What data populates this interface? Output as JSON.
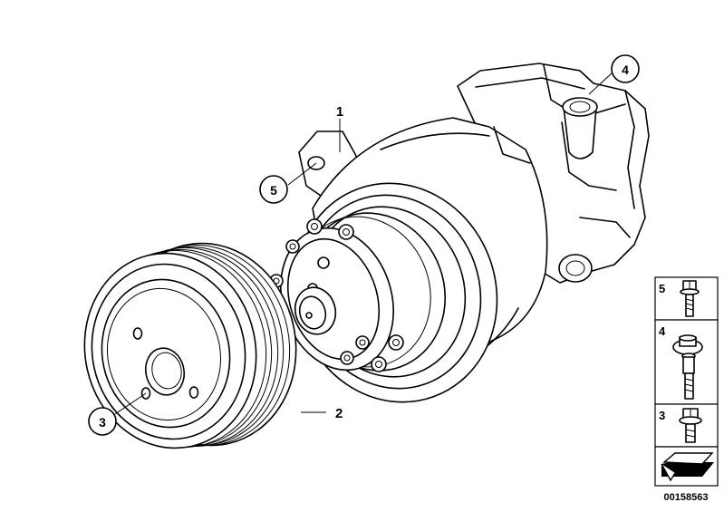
{
  "callouts": {
    "pump_mount_bolt": "5",
    "pressure_fitting": "4",
    "pulley_bolt": "3"
  },
  "labels": {
    "pump": "1",
    "pulley": "2"
  },
  "legend": {
    "items": [
      {
        "number": "5",
        "icon": "flange-bolt-small-icon"
      },
      {
        "number": "4",
        "icon": "collar-bolt-long-icon"
      },
      {
        "number": "3",
        "icon": "hex-flange-bolt-icon"
      }
    ],
    "corner_icon": "folded-arrow-icon"
  },
  "image_id": "00158563"
}
